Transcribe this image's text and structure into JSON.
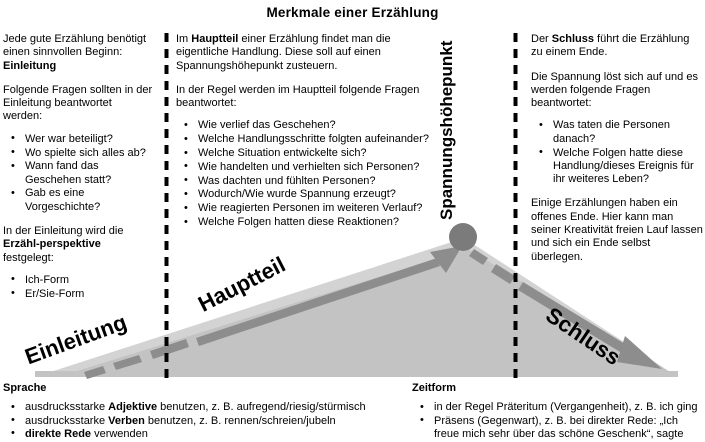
{
  "title": "Merkmale einer Erzählung",
  "colors": {
    "triangle_fill": "#c4c4c4",
    "triangle_light": "#d9d9d9",
    "arrow_dark": "#8a8a8a",
    "peak_dot": "#7b7b7b",
    "text": "#000000",
    "divider": "#000000"
  },
  "columns": {
    "left": {
      "intro_lead": "Jede gute Erzählung benötigt einen sinnvollen Beginn: ",
      "intro_lead_bold": "Einleitung",
      "questions_intro": "Folgende Fragen sollten in der Einleitung beantwortet werden:",
      "questions": [
        "Wer war beteiligt?",
        "Wo spielte sich alles ab?",
        "Wann fand das Geschehen statt?",
        "Gab es eine Vorgeschichte?"
      ],
      "perspective_intro_a": "In der Einleitung wird die ",
      "perspective_intro_bold": "Erzähl-perspektive",
      "perspective_intro_b": " festgelegt:",
      "perspectives": [
        "Ich-Form",
        "Er/Sie-Form"
      ]
    },
    "middle": {
      "lead_a": "Im ",
      "lead_bold": "Hauptteil",
      "lead_b": " einer Erzählung findet man die eigentliche Handlung. Diese soll auf einen Spannungshöhepunkt zusteuern.",
      "questions_intro": "In der Regel werden im Hauptteil folgende Fragen beantwortet:",
      "questions": [
        "Wie verlief das Geschehen?",
        "Welche Handlungsschritte folgten aufeinander?",
        "Welche Situation entwickelte sich?",
        "Wie handelten und verhielten sich Personen?",
        "Was dachten und fühlten Personen?",
        "Wodurch/Wie wurde Spannung erzeugt?",
        "Wie reagierten Personen im weiteren Verlauf?",
        "Welche Folgen hatten diese Reaktionen?"
      ]
    },
    "right": {
      "lead_a": "Der ",
      "lead_bold": "Schluss",
      "lead_b": " führt die Erzählung zu einem Ende.",
      "questions_intro": "Die Spannung löst sich auf und es werden folgende Fragen beantwortet:",
      "questions": [
        "Was taten die Personen danach?",
        "Welche Folgen hatte diese Handlung/dieses Ereignis für ihr weiteres Leben?"
      ],
      "open_end": "Einige Erzählungen haben ein offenes Ende. Hier kann man seiner Kreativität freien Lauf lassen und sich ein Ende selbst überlegen."
    }
  },
  "diagram": {
    "peak_label": "Spannungshöhepunkt",
    "slope_labels": {
      "einleitung": "Einleitung",
      "hauptteil": "Hauptteil",
      "schluss": "Schluss"
    }
  },
  "bottom": {
    "sprache": {
      "heading": "Sprache",
      "items_html": [
        {
          "pre": "ausdrucksstarke ",
          "bold": "Adjektive",
          "post": " benutzen, z. B. aufregend/riesig/stürmisch"
        },
        {
          "pre": "ausdrucksstarke ",
          "bold": "Verben",
          "post": " benutzen, z. B. rennen/schreien/jubeln"
        },
        {
          "pre": "",
          "bold": "direkte Rede",
          "post": " verwenden"
        }
      ]
    },
    "zeitform": {
      "heading": "Zeitform",
      "items_html": [
        {
          "pre": "in der Regel Präteritum (Vergangenheit), z. B. ich ging",
          "bold": "",
          "post": ""
        },
        {
          "pre": "Präsens (Gegenwart), z. B. bei direkter Rede: „Ich freue mich sehr über das schöne Geschenk“, sagte Markus.",
          "bold": "",
          "post": ""
        }
      ]
    }
  }
}
